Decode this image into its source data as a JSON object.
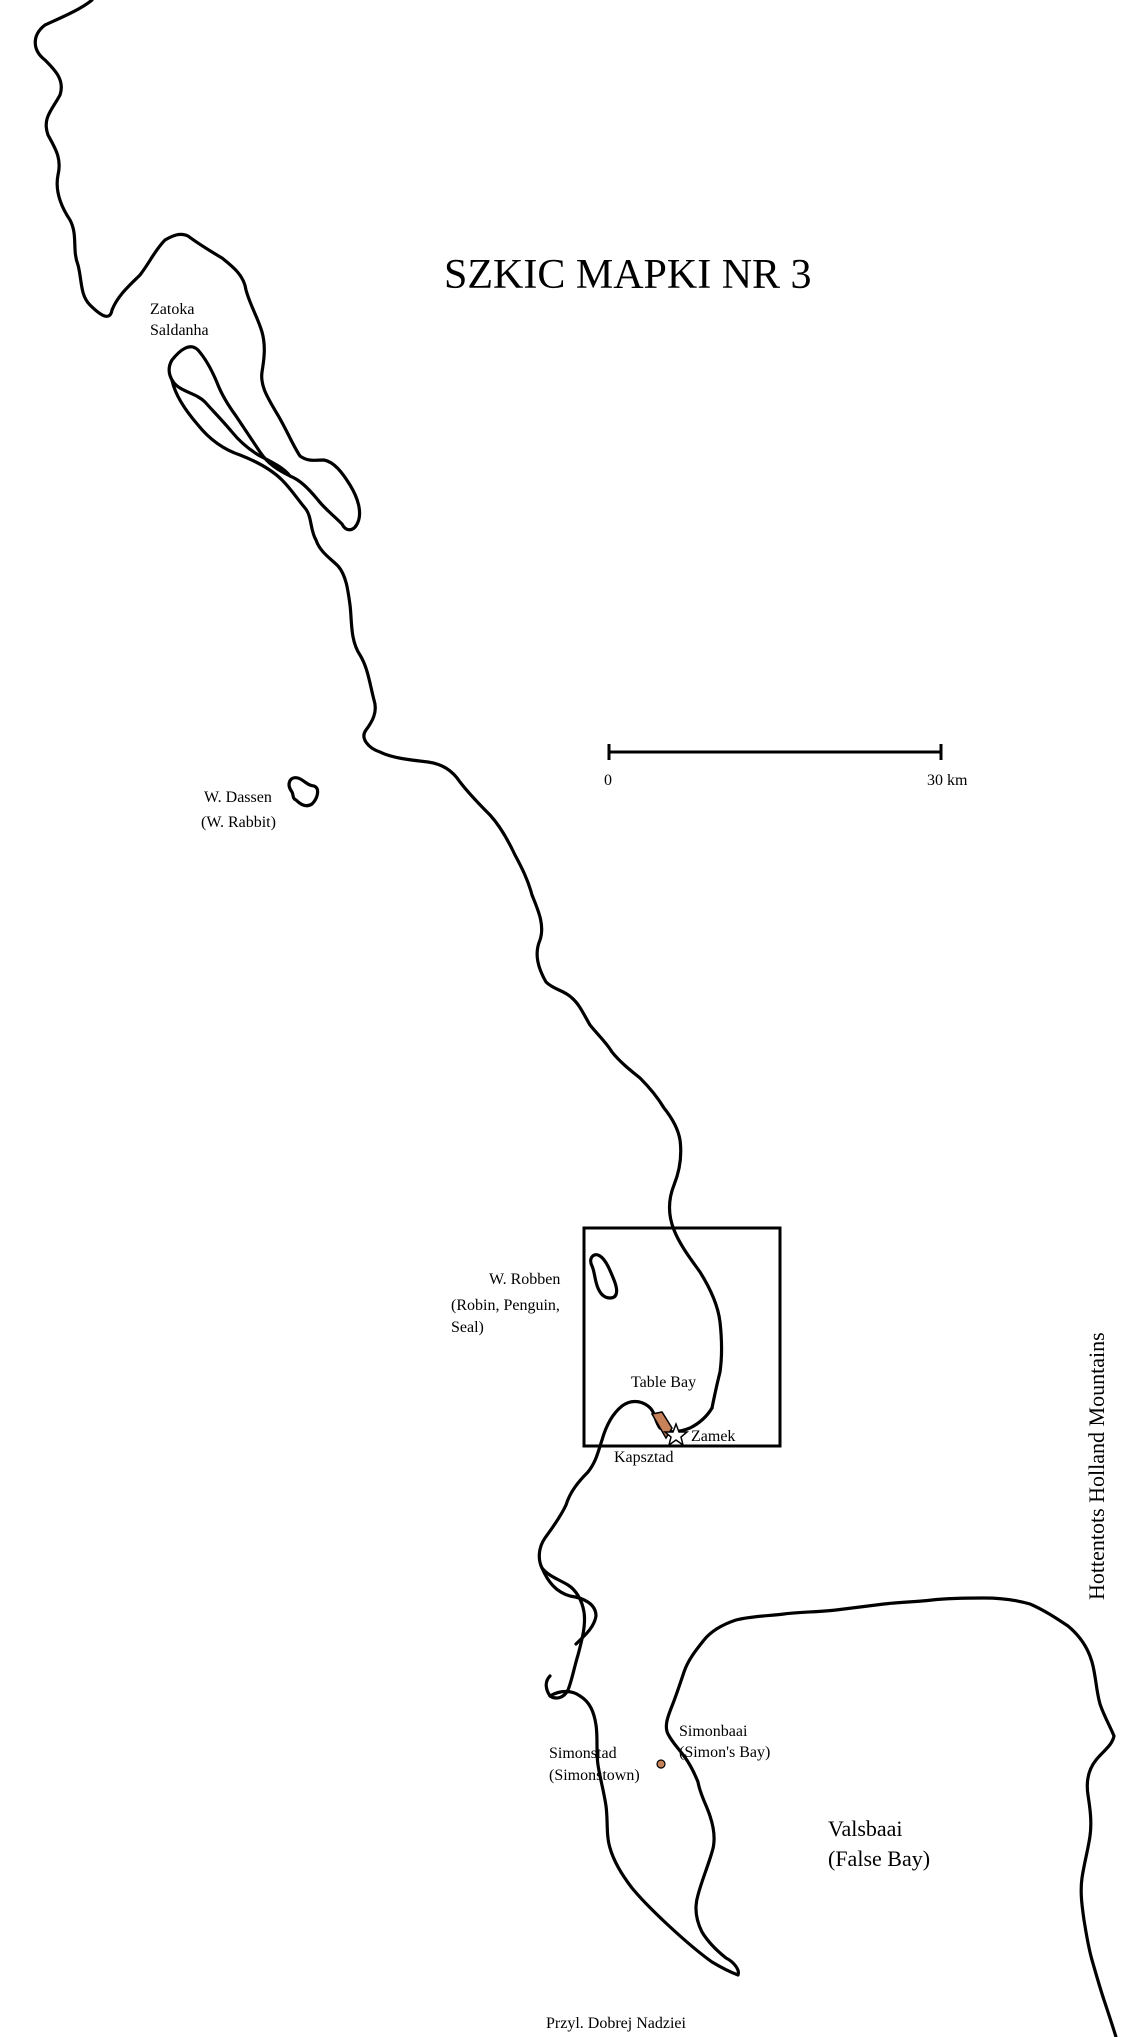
{
  "map": {
    "title": "SZKIC MAPKI NR 3",
    "scale_bar": {
      "start_label": "0",
      "end_label": "30 km"
    },
    "labels": {
      "zatoka_line1": "Zatoka",
      "zatoka_line2": "Saldanha",
      "dassen_line1": "W. Dassen",
      "dassen_line2": "(W. Rabbit)",
      "robben_line1": "W. Robben",
      "robben_line2": "(Robin, Penguin,",
      "robben_line3": "Seal)",
      "table_bay": "Table Bay",
      "zamek": "Zamek",
      "kapsztad": "Kapsztad",
      "simonbaai_line1": "Simonbaai",
      "simonbaai_line2": "(Simon's Bay)",
      "simonstad_line1": "Simonstad",
      "simonstad_line2": "(Simonstown)",
      "valsbaai_line1": "Valsbaai",
      "valsbaai_line2": "(False Bay)",
      "cape": "Przyl. Dobrej Nadziei",
      "mountains": "Hottentots Holland Mountains"
    },
    "colors": {
      "coastline": "#000000",
      "settlement": "#c8825a"
    },
    "icons": {
      "castle": "star-icon",
      "town": "town-marker-icon"
    }
  }
}
